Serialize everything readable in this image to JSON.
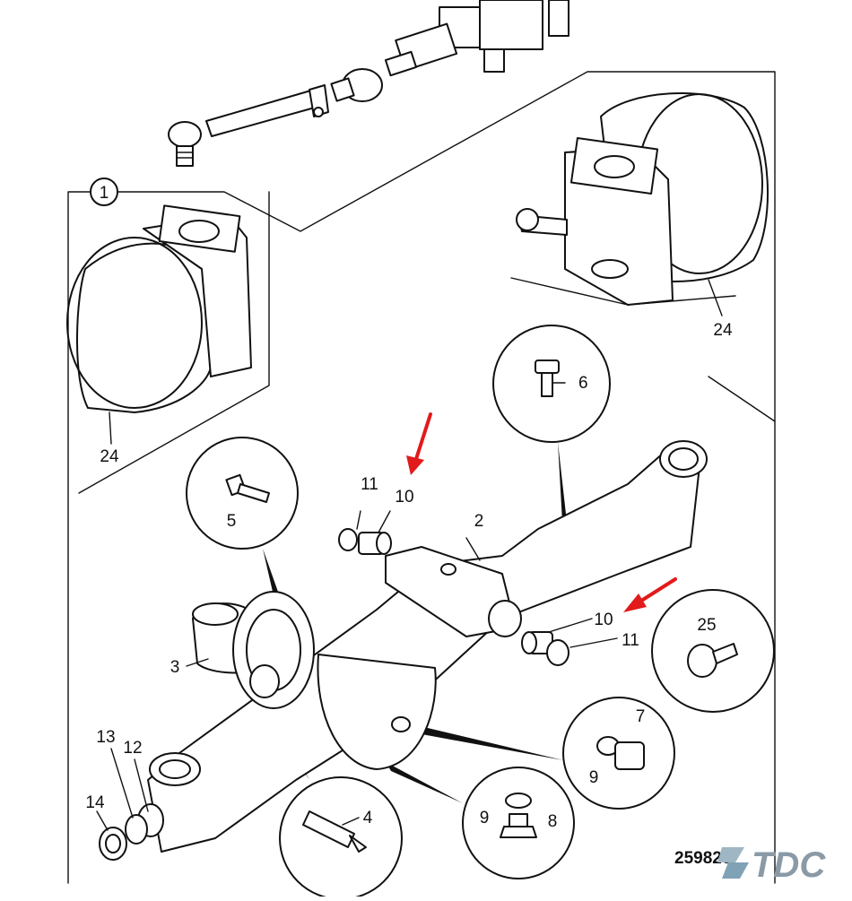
{
  "diagram": {
    "view_number": "1",
    "figure_number": "259820",
    "watermark": "TDC",
    "arrow_color": "#e11b1b",
    "labels": {
      "hub_left": "24",
      "hub_right": "24",
      "bolt_6": "6",
      "bolt_5": "5",
      "bush_10_top": "10",
      "seal_11_top": "11",
      "axle_beam": "2",
      "bush_10_right": "10",
      "seal_11_right": "11",
      "bolt_25": "25",
      "casting_3": "3",
      "plug_7": "7",
      "washer_9_upper": "9",
      "washer_9_lower": "9",
      "plug_8": "8",
      "grease_4": "4",
      "seal_13": "13",
      "seal_12": "12",
      "seal_14": "14"
    }
  }
}
